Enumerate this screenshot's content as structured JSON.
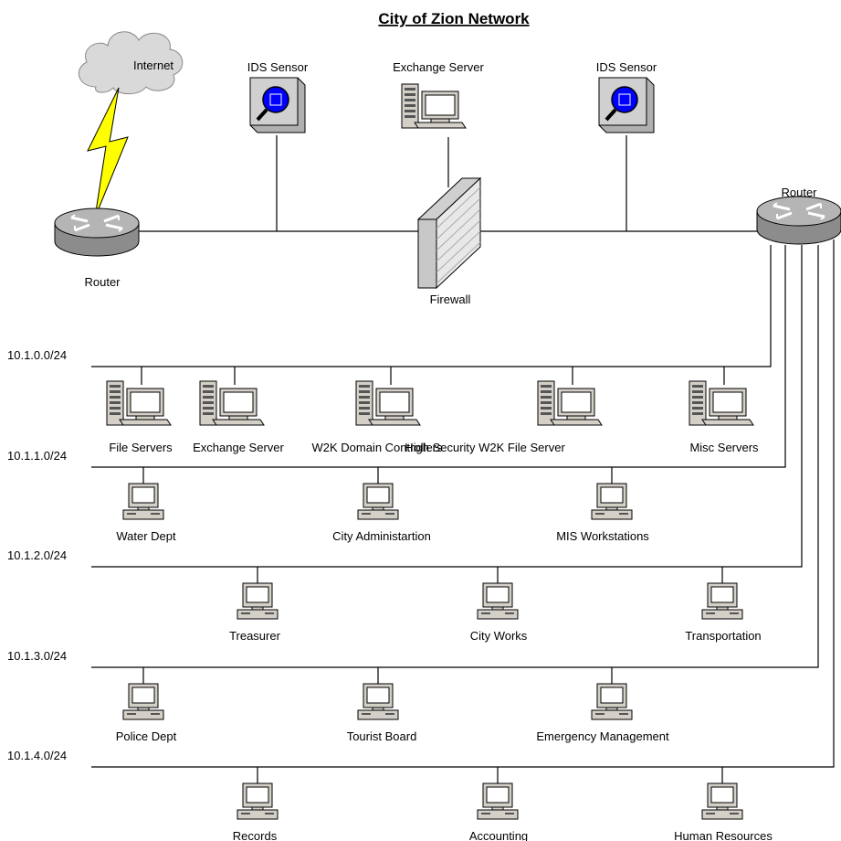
{
  "title": "City of Zion Network",
  "top": {
    "internet": "Internet",
    "router_left": "Router",
    "router_right": "Router",
    "ids_left": "IDS Sensor",
    "ids_right": "IDS Sensor",
    "exchange": "Exchange Server",
    "firewall": "Firewall"
  },
  "subnets": [
    {
      "label": "10.1.0.0/24",
      "devices": [
        {
          "name": "File Servers",
          "kind": "server"
        },
        {
          "name": "Exchange Server",
          "kind": "server"
        },
        {
          "name": "W2K Domain Controllers",
          "kind": "server"
        },
        {
          "name": "High Security W2K File Server",
          "kind": "server"
        },
        {
          "name": "Misc Servers",
          "kind": "server"
        }
      ]
    },
    {
      "label": "10.1.1.0/24",
      "devices": [
        {
          "name": "Water Dept",
          "kind": "workstation"
        },
        {
          "name": "City Administartion",
          "kind": "workstation"
        },
        {
          "name": "MIS Workstations",
          "kind": "workstation"
        }
      ]
    },
    {
      "label": "10.1.2.0/24",
      "devices": [
        {
          "name": "Treasurer",
          "kind": "workstation"
        },
        {
          "name": "City Works",
          "kind": "workstation"
        },
        {
          "name": "Transportation",
          "kind": "workstation"
        }
      ]
    },
    {
      "label": "10.1.3.0/24",
      "devices": [
        {
          "name": "Police Dept",
          "kind": "workstation"
        },
        {
          "name": "Tourist Board",
          "kind": "workstation"
        },
        {
          "name": "Emergency Management",
          "kind": "workstation"
        }
      ]
    },
    {
      "label": "10.1.4.0/24",
      "devices": [
        {
          "name": "Records",
          "kind": "workstation"
        },
        {
          "name": "Accounting",
          "kind": "workstation"
        },
        {
          "name": "Human Resources",
          "kind": "workstation"
        }
      ]
    }
  ],
  "colors": {
    "cloud": "#d8d8d8",
    "lightning": "#ffff00",
    "router": "#a9a9a9",
    "ids_lens": "#0000ff",
    "firewall": "#e8e8e8",
    "device": "#d4d0c8"
  }
}
